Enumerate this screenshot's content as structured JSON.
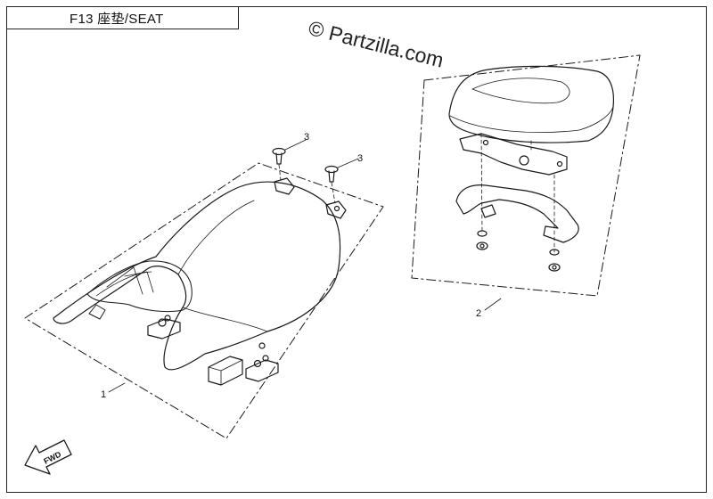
{
  "title": "F13  座垫/SEAT",
  "watermark": "© Partzilla.com",
  "callouts": {
    "part_1": "1",
    "part_2": "2",
    "part_3a": "3",
    "part_3b": "3"
  },
  "fwd_label": "FWD"
}
